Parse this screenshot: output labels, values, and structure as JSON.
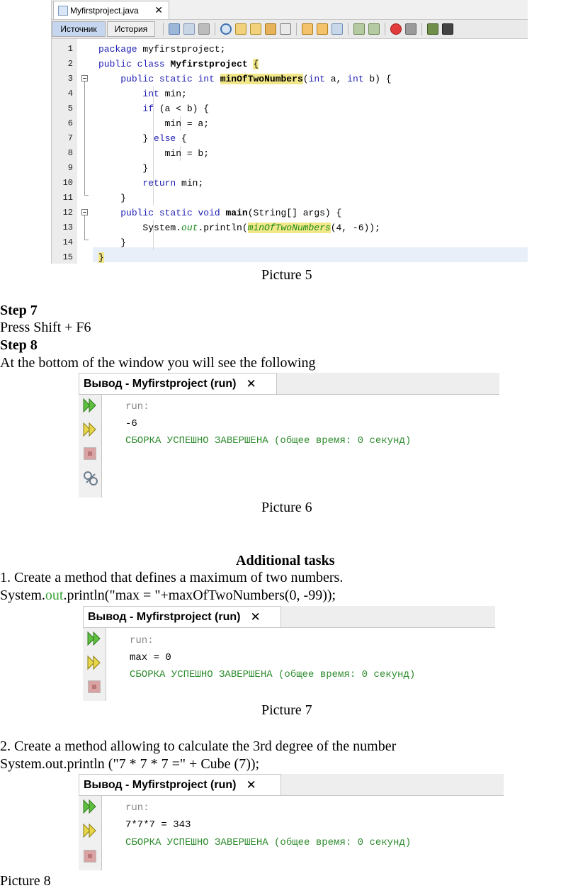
{
  "editor": {
    "file_tab": "Myfirstproject.java",
    "close_glyph": "✕",
    "source_tab": "Источник",
    "history_tab": "История",
    "line_numbers": [
      "1",
      "2",
      "3",
      "4",
      "5",
      "6",
      "7",
      "8",
      "9",
      "10",
      "11",
      "12",
      "13",
      "14",
      "15"
    ],
    "lines": [
      {
        "indent": "",
        "parts": [
          {
            "t": "package",
            "c": "kw"
          },
          {
            "t": " myfirstproject;"
          }
        ]
      },
      {
        "indent": "",
        "parts": [
          {
            "t": "public",
            "c": "kw"
          },
          {
            "t": " "
          },
          {
            "t": "class",
            "c": "kw"
          },
          {
            "t": " "
          },
          {
            "t": "Myfirstproject",
            "c": "bold-m"
          },
          {
            "t": " "
          },
          {
            "t": "{",
            "c": "hl"
          }
        ]
      },
      {
        "indent": "    ",
        "parts": [
          {
            "t": "public",
            "c": "kw"
          },
          {
            "t": " "
          },
          {
            "t": "static",
            "c": "kw"
          },
          {
            "t": " "
          },
          {
            "t": "int",
            "c": "kw"
          },
          {
            "t": " "
          },
          {
            "t": "minOfTwoNumbers",
            "c": "hl bold-m"
          },
          {
            "t": "("
          },
          {
            "t": "int",
            "c": "kw"
          },
          {
            "t": " a, "
          },
          {
            "t": "int",
            "c": "kw"
          },
          {
            "t": " b) {"
          }
        ]
      },
      {
        "indent": "        ",
        "parts": [
          {
            "t": "int",
            "c": "kw"
          },
          {
            "t": " min;"
          }
        ]
      },
      {
        "indent": "        ",
        "parts": [
          {
            "t": "if",
            "c": "kw"
          },
          {
            "t": " (a < b) {"
          }
        ]
      },
      {
        "indent": "            ",
        "parts": [
          {
            "t": "min = a;"
          }
        ]
      },
      {
        "indent": "        ",
        "parts": [
          {
            "t": "} "
          },
          {
            "t": "else",
            "c": "kw"
          },
          {
            "t": " {"
          }
        ]
      },
      {
        "indent": "            ",
        "parts": [
          {
            "t": "min = b;"
          }
        ]
      },
      {
        "indent": "        ",
        "parts": [
          {
            "t": "}"
          }
        ]
      },
      {
        "indent": "        ",
        "parts": [
          {
            "t": "return",
            "c": "kw"
          },
          {
            "t": " min;"
          }
        ]
      },
      {
        "indent": "    ",
        "parts": [
          {
            "t": "}"
          }
        ]
      },
      {
        "indent": "    ",
        "parts": [
          {
            "t": "public",
            "c": "kw"
          },
          {
            "t": " "
          },
          {
            "t": "static",
            "c": "kw"
          },
          {
            "t": " "
          },
          {
            "t": "void",
            "c": "kw"
          },
          {
            "t": " "
          },
          {
            "t": "main",
            "c": "bold-m"
          },
          {
            "t": "(String[] args) {"
          }
        ]
      },
      {
        "indent": "        ",
        "parts": [
          {
            "t": "System."
          },
          {
            "t": "out",
            "c": "fld"
          },
          {
            "t": ".println("
          },
          {
            "t": "minOfTwoNumbers",
            "c": "hl fld"
          },
          {
            "t": "(4, -6));"
          }
        ]
      },
      {
        "indent": "    ",
        "parts": [
          {
            "t": "}"
          }
        ]
      },
      {
        "indent": "",
        "parts": [
          {
            "t": "}",
            "c": "hl"
          }
        ]
      }
    ]
  },
  "captions": {
    "picture5": "Picture 5",
    "picture6": "Picture 6",
    "picture7": "Picture 7",
    "picture8": "Picture 8"
  },
  "steps": {
    "step7_title": "Step 7",
    "step7_text": "Press Shift + F6",
    "step8_title": "Step 8",
    "step8_text": "At the bottom of the window you will see the following"
  },
  "output1": {
    "tab": "Вывод - Myfirstproject (run)",
    "close": "✕",
    "run": "run:",
    "value": "-6",
    "status": "СБОРКА УСПЕШНО ЗАВЕРШЕНА (общее время: 0 секунд)"
  },
  "additional": {
    "heading": "Additional tasks",
    "task1": "1. Create a method that defines a maximum of two numbers.",
    "task1_code_pre": "System.",
    "task1_code_out": "out",
    "task1_code_post": ".println(\"max = \"+maxOfTwoNumbers(0, -99));",
    "task2": "2. Create a method allowing to calculate the 3rd degree of the number",
    "task2_code": "System.out.println (\"7 * 7 * 7 =\" + Cube (7));"
  },
  "output2": {
    "tab": "Вывод - Myfirstproject (run)",
    "close": "✕",
    "run": "run:",
    "value": "max = 0",
    "status": "СБОРКА УСПЕШНО ЗАВЕРШЕНА (общее время: 0 секунд)"
  },
  "output3": {
    "tab": "Вывод - Myfirstproject (run)",
    "close": "✕",
    "run": "run:",
    "value": "7*7*7 = 343",
    "status": "СБОРКА УСПЕШНО ЗАВЕРШЕНА (общее время: 0 секунд)"
  }
}
